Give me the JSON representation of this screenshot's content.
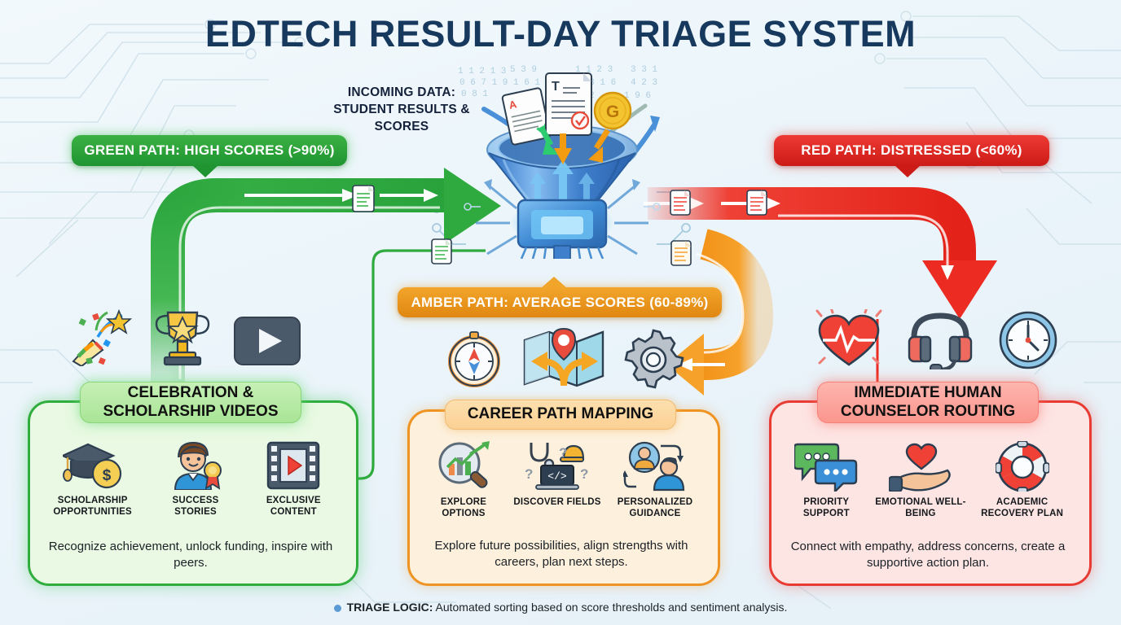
{
  "title": "EDTECH RESULT-DAY TRIAGE SYSTEM",
  "incoming": {
    "line1": "INCOMING DATA:",
    "line2": "STUDENT RESULTS & SCORES",
    "icon": "funnel-processor-icon"
  },
  "paths": {
    "green": {
      "label": "GREEN PATH: HIGH SCORES (>90%)",
      "color": "#2fae3e"
    },
    "amber": {
      "label": "AMBER PATH: AVERAGE SCORES (60-89%)",
      "color": "#ef9422"
    },
    "red": {
      "label": "RED PATH: DISTRESSED (<60%)",
      "color": "#e83b34"
    }
  },
  "clusters": {
    "green": [
      "confetti-popper-icon",
      "trophy-icon",
      "video-play-icon"
    ],
    "amber": [
      "compass-icon",
      "map-branching-arrows-icon",
      "gear-icon"
    ],
    "red": [
      "heartbeat-heart-icon",
      "headset-icon",
      "clock-icon"
    ]
  },
  "panels": {
    "green": {
      "heading": "CELEBRATION & SCHOLARSHIP VIDEOS",
      "items": [
        {
          "label": "SCHOLARSHIP OPPORTUNITIES",
          "icon": "graduation-cap-coin-icon"
        },
        {
          "label": "SUCCESS STORIES",
          "icon": "student-award-icon"
        },
        {
          "label": "EXCLUSIVE CONTENT",
          "icon": "film-play-icon"
        }
      ],
      "caption": "Recognize achievement, unlock funding, inspire with peers."
    },
    "amber": {
      "heading": "CAREER PATH MAPPING",
      "items": [
        {
          "label": "EXPLORE OPTIONS",
          "icon": "magnifier-chart-growth-icon"
        },
        {
          "label": "DISCOVER FIELDS",
          "icon": "stethoscope-laptop-helmet-icon"
        },
        {
          "label": "PERSONALIZED GUIDANCE",
          "icon": "two-people-cycle-icon"
        }
      ],
      "caption": "Explore future possibilities, align strengths with careers, plan next steps."
    },
    "red": {
      "heading": "IMMEDIATE HUMAN COUNSELOR ROUTING",
      "items": [
        {
          "label": "PRIORITY SUPPORT",
          "icon": "chat-bubbles-icon"
        },
        {
          "label": "EMOTIONAL WELL-BEING",
          "icon": "hand-heart-icon"
        },
        {
          "label": "ACADEMIC RECOVERY PLAN",
          "icon": "lifebuoy-icon"
        }
      ],
      "caption": "Connect with empathy, address concerns, create a supportive action plan."
    }
  },
  "footer": {
    "label": "TRIAGE LOGIC:",
    "text": " Automated sorting based on score thresholds and sentiment analysis."
  }
}
